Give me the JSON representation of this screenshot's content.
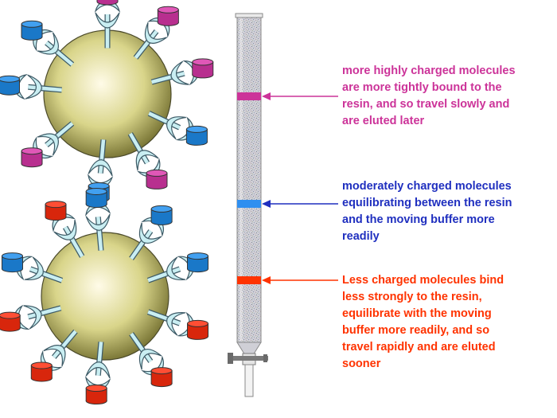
{
  "colors": {
    "high": "#cc3399",
    "moderate": "#1f2fbf",
    "low": "#ff3300",
    "bead": "#c8c46a",
    "receptor": "#c9eef2",
    "cyl_magenta": "#b82f8f",
    "cyl_blue": "#1a78c8",
    "cyl_red": "#d8260c"
  },
  "bands": [
    {
      "key": "high",
      "color": "#cc3399"
    },
    {
      "key": "moderate",
      "color": "#2f8ff0"
    },
    {
      "key": "low",
      "color": "#ff3300"
    }
  ],
  "labels": {
    "high": {
      "color": "#cc3399",
      "lines": [
        "more highly charged molecules",
        "are more tightly bound to the",
        "resin, and so travel slowly and",
        "are eluted later"
      ]
    },
    "moderate": {
      "color": "#1f2fbf",
      "lines": [
        "moderately charged molecules",
        "equilibrating between the resin",
        "and the moving buffer more",
        "readily"
      ]
    },
    "low": {
      "color": "#ff3300",
      "lines": [
        "Less charged molecules bind",
        "less strongly to the resin,",
        "equilibrate with the moving",
        "buffer more readily, and so",
        "travel rapidly and are eluted",
        "sooner"
      ]
    }
  },
  "beads": {
    "top": {
      "bound": [
        "magenta",
        "magenta",
        "magenta",
        "blue",
        "magenta",
        "blue",
        "magenta",
        "blue",
        "blue"
      ]
    },
    "bottom": {
      "bound": [
        "blue",
        "blue",
        "blue",
        "red",
        "red",
        "red",
        "red",
        "red",
        "blue",
        "red"
      ]
    }
  }
}
